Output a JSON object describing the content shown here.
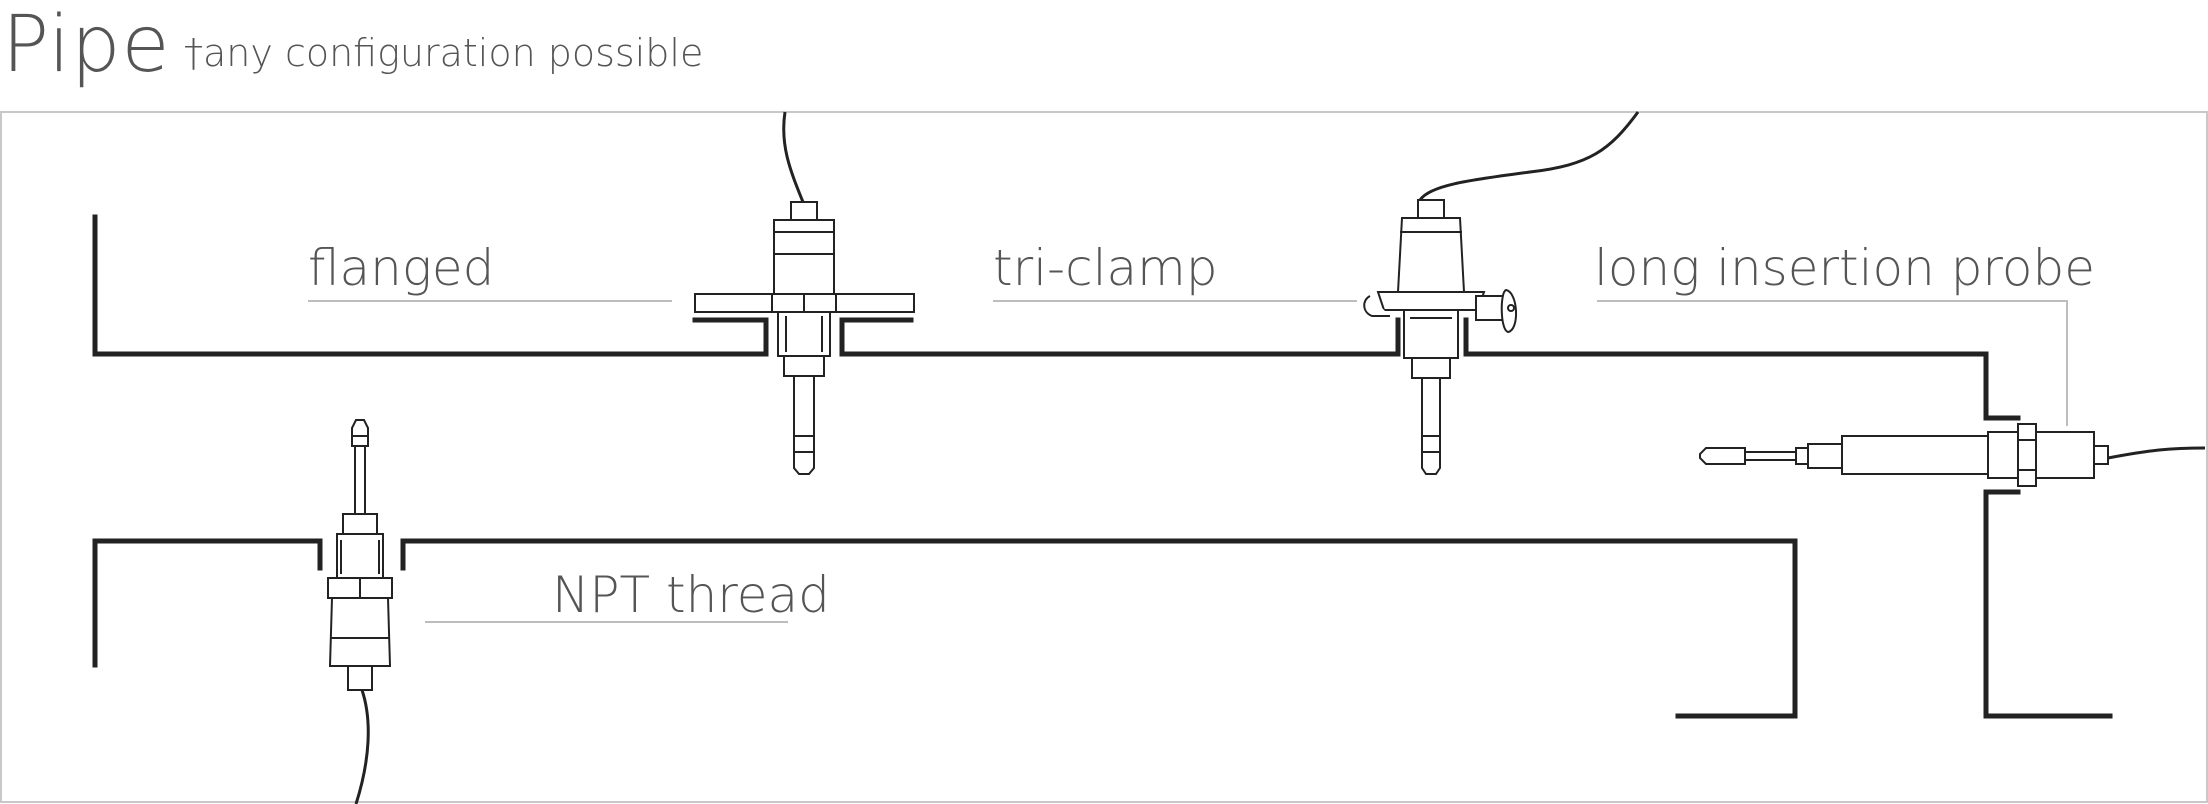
{
  "header": {
    "title": "Pipe",
    "subtitle": "†any configuration possible"
  },
  "labels": {
    "flanged": "flanged",
    "tri_clamp": "tri-clamp",
    "long_insertion_probe": "long insertion probe",
    "npt_thread": "NPT thread"
  },
  "colors": {
    "pipe": "#222222",
    "text": "#555555",
    "frame": "#c8c8c8",
    "leader": "#bdbdbd"
  }
}
